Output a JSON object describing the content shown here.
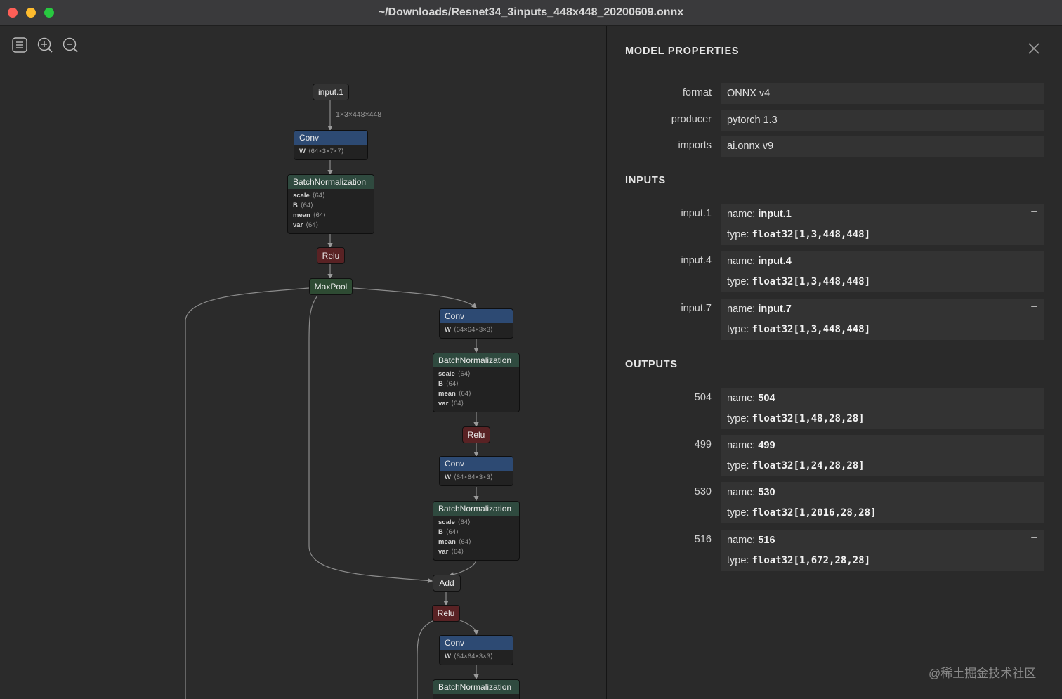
{
  "window": {
    "title": "~/Downloads/Resnet34_3inputs_448x448_20200609.onnx"
  },
  "toolbar": {
    "icons": [
      "sidebar-list-icon",
      "zoom-in-icon",
      "zoom-out-icon"
    ]
  },
  "graph": {
    "input_node": "input.1",
    "input_shape": "1×3×448×448",
    "nodes": {
      "conv1": {
        "op": "Conv",
        "attrs": [
          {
            "name": "W",
            "value": "⟨64×3×7×7⟩"
          }
        ]
      },
      "bn1": {
        "op": "BatchNormalization",
        "attrs": [
          {
            "name": "scale",
            "value": "⟨64⟩"
          },
          {
            "name": "B",
            "value": "⟨64⟩"
          },
          {
            "name": "mean",
            "value": "⟨64⟩"
          },
          {
            "name": "var",
            "value": "⟨64⟩"
          }
        ]
      },
      "relu1": {
        "op": "Relu"
      },
      "maxpool": {
        "op": "MaxPool"
      },
      "conv2": {
        "op": "Conv",
        "attrs": [
          {
            "name": "W",
            "value": "⟨64×64×3×3⟩"
          }
        ]
      },
      "bn2": {
        "op": "BatchNormalization",
        "attrs": [
          {
            "name": "scale",
            "value": "⟨64⟩"
          },
          {
            "name": "B",
            "value": "⟨64⟩"
          },
          {
            "name": "mean",
            "value": "⟨64⟩"
          },
          {
            "name": "var",
            "value": "⟨64⟩"
          }
        ]
      },
      "relu2": {
        "op": "Relu"
      },
      "conv3": {
        "op": "Conv",
        "attrs": [
          {
            "name": "W",
            "value": "⟨64×64×3×3⟩"
          }
        ]
      },
      "bn3": {
        "op": "BatchNormalization",
        "attrs": [
          {
            "name": "scale",
            "value": "⟨64⟩"
          },
          {
            "name": "B",
            "value": "⟨64⟩"
          },
          {
            "name": "mean",
            "value": "⟨64⟩"
          },
          {
            "name": "var",
            "value": "⟨64⟩"
          }
        ]
      },
      "add1": {
        "op": "Add"
      },
      "relu3": {
        "op": "Relu"
      },
      "conv4": {
        "op": "Conv",
        "attrs": [
          {
            "name": "W",
            "value": "⟨64×64×3×3⟩"
          }
        ]
      },
      "bn4": {
        "op": "BatchNormalization"
      }
    }
  },
  "properties": {
    "title": "MODEL PROPERTIES",
    "close_icon": "close-icon",
    "fields": [
      {
        "label": "format",
        "value": "ONNX v4"
      },
      {
        "label": "producer",
        "value": "pytorch 1.3"
      },
      {
        "label": "imports",
        "value": "ai.onnx v9"
      }
    ],
    "inputs_title": "INPUTS",
    "inputs": [
      {
        "label": "input.1",
        "name": "input.1",
        "type": "float32[1,3,448,448]"
      },
      {
        "label": "input.4",
        "name": "input.4",
        "type": "float32[1,3,448,448]"
      },
      {
        "label": "input.7",
        "name": "input.7",
        "type": "float32[1,3,448,448]"
      }
    ],
    "outputs_title": "OUTPUTS",
    "outputs": [
      {
        "label": "504",
        "name": "504",
        "type": "float32[1,48,28,28]"
      },
      {
        "label": "499",
        "name": "499",
        "type": "float32[1,24,28,28]"
      },
      {
        "label": "530",
        "name": "530",
        "type": "float32[1,2016,28,28]"
      },
      {
        "label": "516",
        "name": "516",
        "type": "float32[1,672,28,28]"
      }
    ],
    "name_prefix": "name: ",
    "type_prefix": "type: ",
    "collapse_glyph": "–"
  },
  "watermark": "@稀土掘金技术社区"
}
